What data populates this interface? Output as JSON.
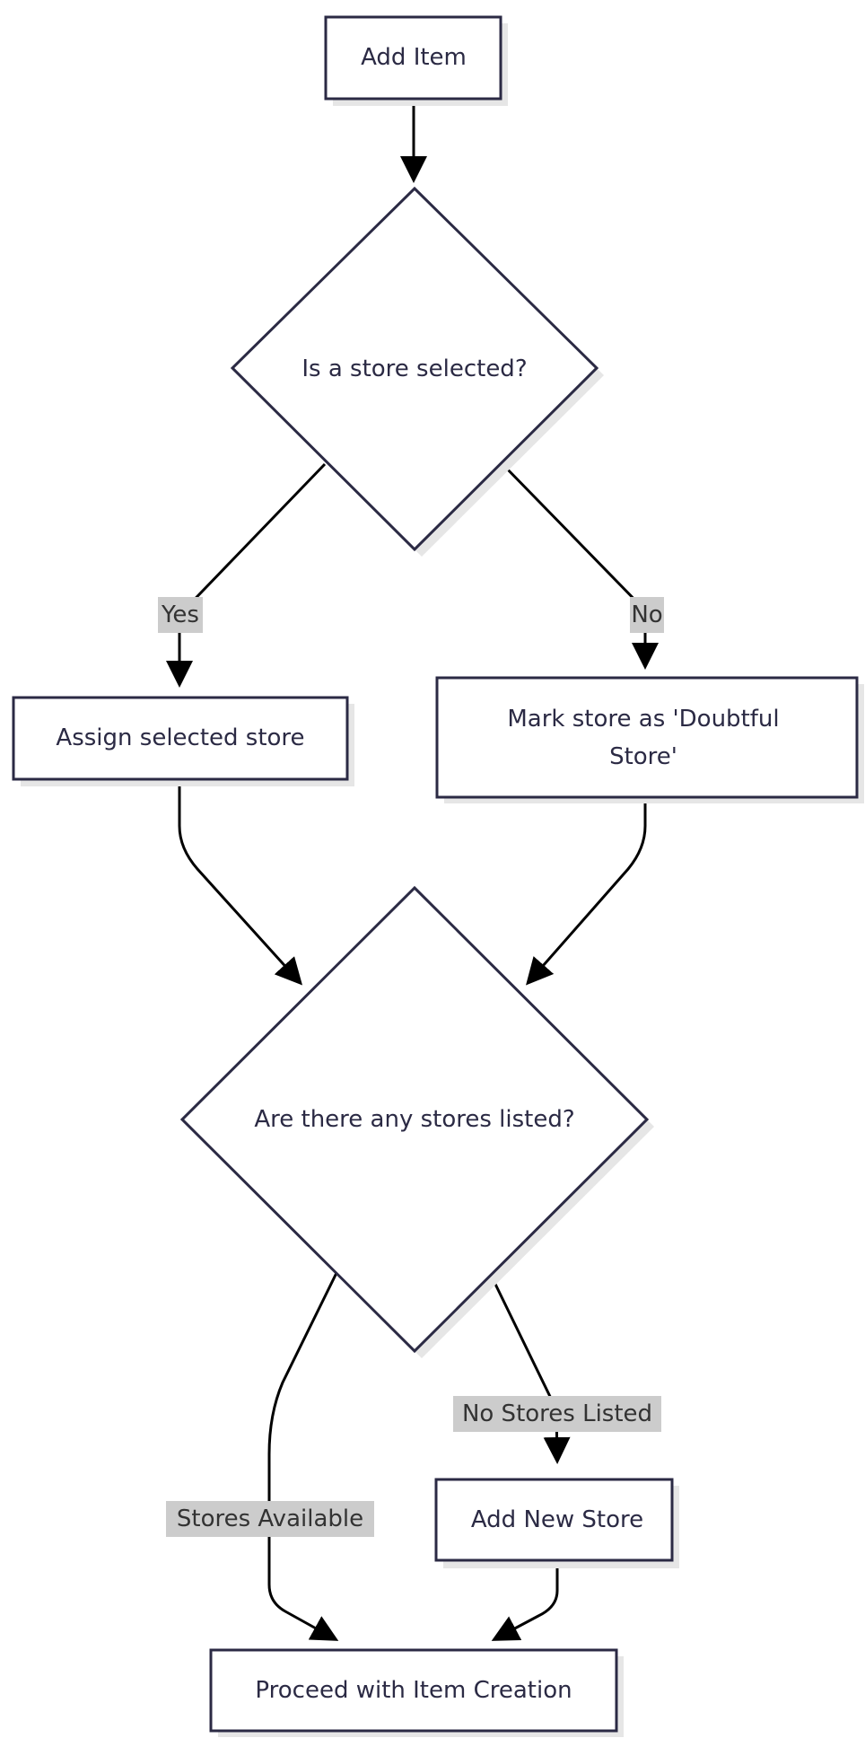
{
  "nodes": {
    "add_item": "Add Item",
    "store_selected": "Is a store selected?",
    "assign_store": "Assign selected store",
    "mark_doubtful_line1": "Mark store as 'Doubtful",
    "mark_doubtful_line2": "Store'",
    "stores_listed": "Are there any stores listed?",
    "add_new_store": "Add New Store",
    "proceed": "Proceed with Item Creation"
  },
  "edges": {
    "yes": "Yes",
    "no": "No",
    "stores_available": "Stores Available",
    "no_stores_listed": "No Stores Listed"
  },
  "colors": {
    "node_stroke": "#2b2a44",
    "edge_stroke": "#000000",
    "label_background": "#cccccc",
    "shadow": "#e6e6e6"
  }
}
